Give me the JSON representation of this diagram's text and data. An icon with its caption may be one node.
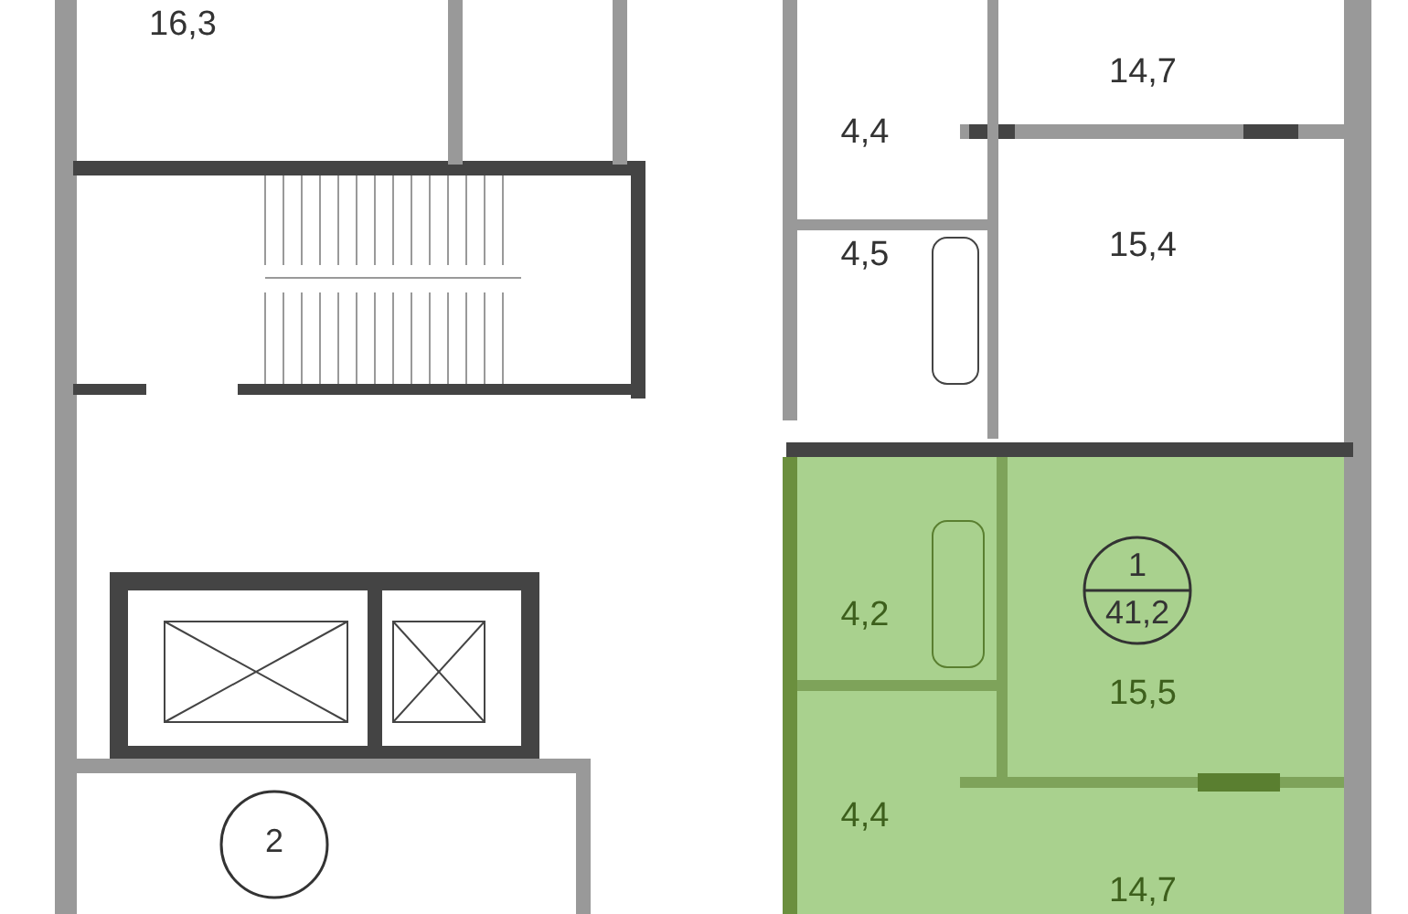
{
  "diagram": {
    "nodes": [
      {
        "text": [
          "1",
          "41,2"
        ]
      },
      {
        "text": [
          "2"
        ]
      }
    ],
    "labels": [
      "16,3",
      "14,7",
      "4,4",
      "15,4",
      "4,5",
      "4,2",
      "15,5",
      "4,4",
      "14,7"
    ]
  }
}
